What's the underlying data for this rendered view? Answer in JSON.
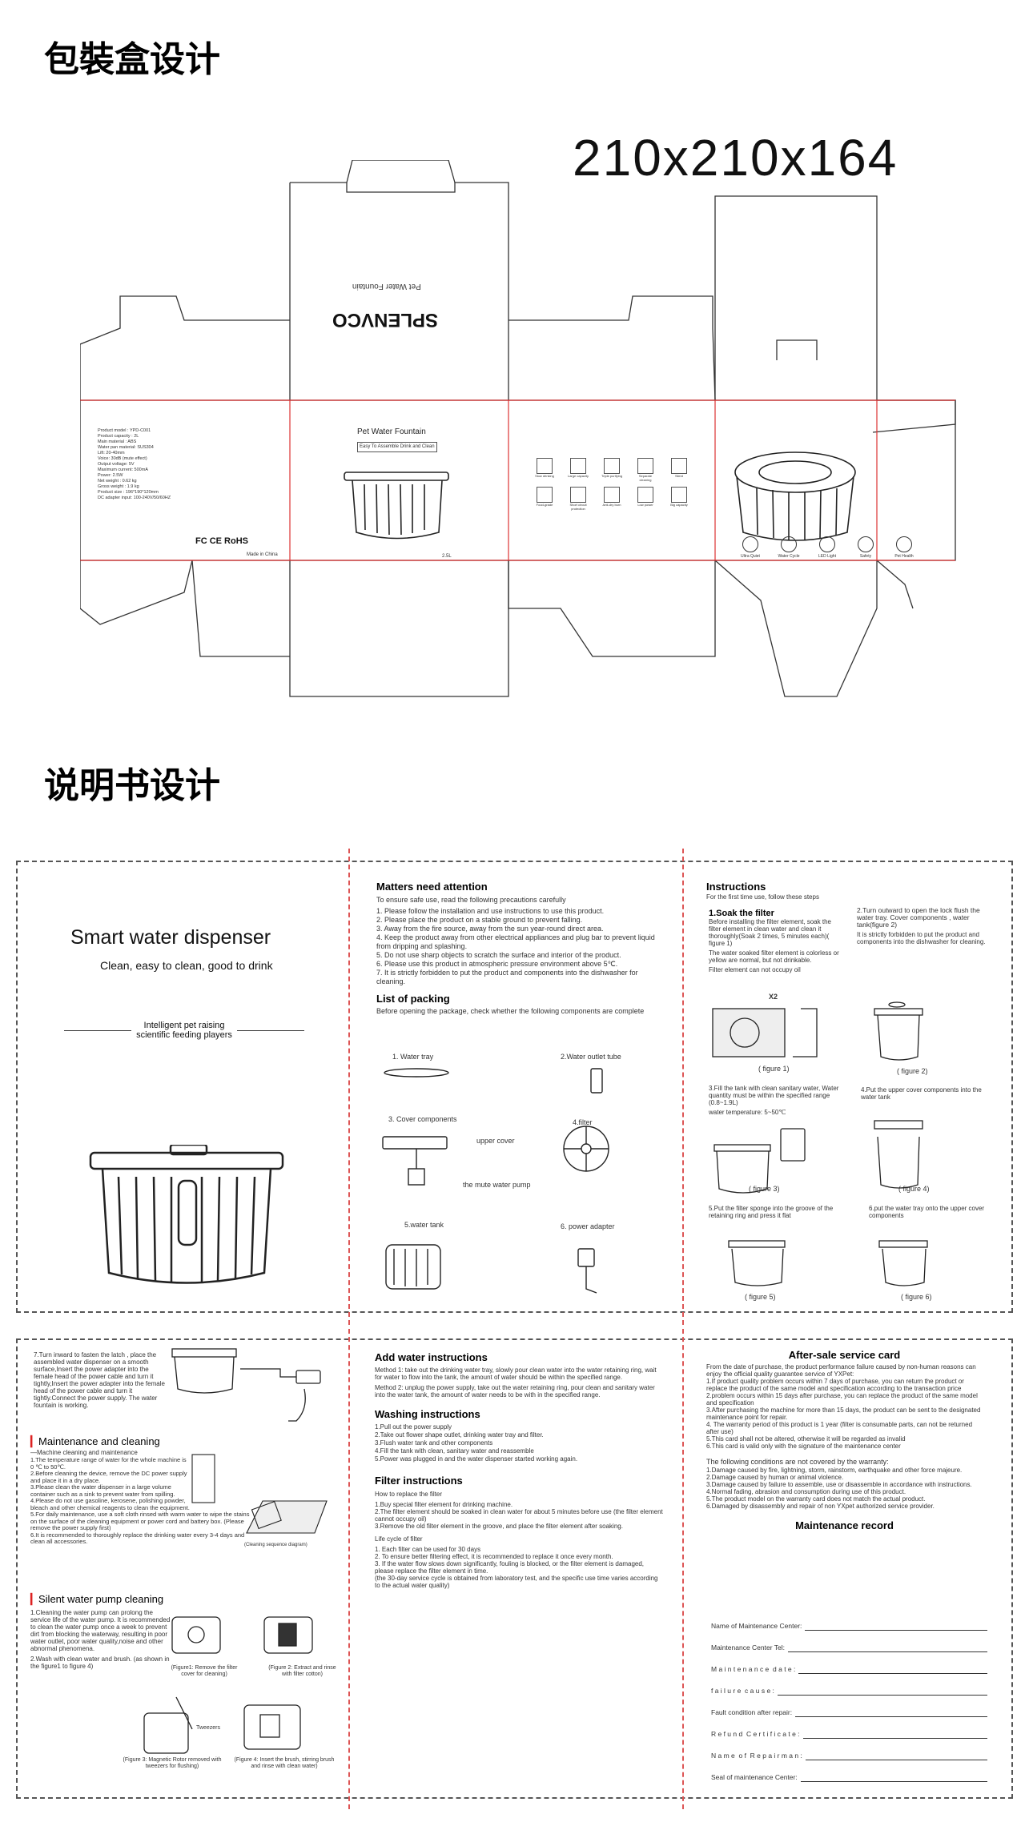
{
  "section1_title": "包裝盒设计",
  "dimensions": "210x210x164",
  "box": {
    "brand": "SPLENVCO",
    "top_subtitle": "Pet Water Fountain",
    "front_title": "Pet Water Fountain",
    "front_tagline": "Easy To Assemble Drink and Clean",
    "front_capacity": "2.5L",
    "spec_lines": [
      "Product model : YPD-C001",
      "Product capacity : 2L",
      "Main material : ABS",
      "Water pan material: SUS304",
      "Lift: 20-40mm",
      "Voice: 30dB (mute effect)",
      "Output voltage: 5V",
      "Maximum current: 500mA",
      "Power: 2.5W",
      "Net weight : 0.62 kg",
      "Gross weight : 1.9 kg",
      "Product size : 196*190*120mm",
      "DC adapter input: 100-240V/50/60HZ"
    ],
    "cert_marks": "FC CE RoHS",
    "made_in": "Made in China",
    "feature_icons_row1": [
      "Slow drinking",
      "Large capacity",
      "Triple purifying",
      "Separate cleaning",
      "Silent"
    ],
    "feature_icons_row2": [
      "Food-grade",
      "Short circuit protection",
      "Anti-dry burn",
      "Low power",
      "Big capacity"
    ],
    "round_icons": [
      "Ultra Quiet",
      "Water Cycle",
      "LED Light",
      "Safety",
      "Pet Health"
    ]
  },
  "section2_title": "说明书设计",
  "manual": {
    "cover_title": "Smart water dispenser",
    "cover_subtitle": "Clean, easy to clean, good to drink",
    "cover_tag1": "Intelligent pet raising",
    "cover_tag2": "scientific feeding players",
    "matters_title": "Matters need attention",
    "matters_intro": "To ensure safe use, read the following precautions carefully",
    "matters": [
      "1. Please follow the installation and use instructions to use this product.",
      "2. Please place the product on a stable ground to prevent falling.",
      "3. Away from the fire source, away from the sun year-round direct area.",
      "4. Keep the product away from other electrical appliances and plug bar to prevent liquid from dripping and splashing.",
      "5. Do not use sharp objects to scratch the surface and interior of the product.",
      "6. Please use this product in atmospheric pressure environment above 5℃.",
      "7. It is strictly forbidden to put the product and components into the dishwasher for cleaning."
    ],
    "packing_title": "List of packing",
    "packing_intro": "Before opening the package, check whether the following components are complete",
    "packing": [
      "1. Water tray",
      "2.Water outlet tube",
      "3. Cover components",
      "4.filter",
      "5.water tank",
      "6. power adapter"
    ],
    "upper_cover": "upper cover",
    "mute_pump": "the mute water pump",
    "instructions_title": "Instructions",
    "instructions_intro": "For the first time use, follow these steps",
    "step1_title": "1.Soak the filter",
    "step1": "Before installing the filter element, soak the filter element in clean water and clean it thoroughly(Soak 2 times, 5 minutes each)( figure 1)",
    "step1_note1": "The water soaked filter element is colorless or yellow are normal, but not drinkable.",
    "step1_note2": "Filter element can not occupy oil",
    "step2": "2.Turn outward to open the lock flush the water tray. Cover components , water tank(figure 2)",
    "step2_note": "It is strictly forbidden to put the product and components into the dishwasher for cleaning.",
    "step3": "3.Fill the tank with clean sanitary water, Water quantity must be within the specified range (0.8~1.9L)",
    "step3_temp": "water temperature: 5~50℃",
    "step4": "4.Put the upper cover components into the water tank",
    "step5": "5.Put the filter sponge into the groove of the retaining ring and press it flat",
    "step6": "6.put the water tray onto the upper cover components",
    "x2": "X2",
    "fig": [
      "( figure 1)",
      "( figure 2)",
      "( figure 3)",
      "( figure 4)",
      "( figure 5)",
      "( figure 6)"
    ],
    "step7": "7.Turn inward to fasten the latch , place the assembled water dispenser on a smooth surface,Insert the power adapter into the female head of the power cable and turn it tightly,Insert the power adapter into the female head of the power cable and turn it tightly.Connect the power supply. The water fountain is working.",
    "maint_title": "Maintenance and cleaning",
    "maint_sub": "—Machine cleaning and maintenance",
    "maint": [
      "1.The temperature range of water for the whole machine is 0 ℃ to 50℃.",
      "2.Before cleaning the device, remove the DC power supply and place it in a dry place.",
      "3.Please clean the water dispenser in a large volume container such as a sink to prevent water from spilling.",
      "4.Please do not use gasoline, kerosene, polishing powder, bleach and other chemical reagents to clean the equipment.",
      "5.For daily maintenance, use a soft cloth rinsed with warm water to wipe the stains on the surface of the cleaning equipment or power cord and battery box. (Please remove the power supply first)",
      "6.It is recommended to thoroughly replace the drinking water every 3-4 days and clean all accessories."
    ],
    "cleaning_diagram": "(Cleaning sequence diagram)",
    "pump_title": "Silent water pump cleaning",
    "pump": [
      "1.Cleaning the water pump can prolong the service life of the water pump. It is recommended to clean the water pump once a week to prevent dirt from blocking the waterway, resulting in poor water outlet, poor water quality,noise and other abnormal phenomena.",
      "2.Wash with clean water and brush. (as shown in the figure1 to figure 4)"
    ],
    "pump_figs": [
      "(Figure1: Remove the filter cover for cleaning)",
      "(Figure 2: Extract and rinse with filter cotton)",
      "(Figure 3: Magnetic Rotor removed with tweezers for flushing)",
      "(Figure 4: Insert the brush, stirring brush and rinse with clean water)"
    ],
    "tweezers": "Tweezers",
    "add_title": "Add water instructions",
    "add": [
      "Method 1: take out the drinking water tray, slowly pour clean water into the water retaining ring, wait for water to flow into the tank, the amount of water should be within the specified range.",
      "Method 2: unplug the power supply, take out the water retaining ring, pour clean and sanitary water into the water tank, the amount of water needs to be with in the specified range."
    ],
    "wash_title": "Washing instructions",
    "wash": [
      "1.Pull out the power supply",
      "2.Take out flower shape outlet, drinking water tray and filter.",
      "3.Flush water tank and other components",
      "4.Fill the tank with clean, sanitary water and reassemble",
      "5.Power was plugged in and the water dispenser started working again."
    ],
    "filter_title": "Filter instructions",
    "filter_how": "How to replace the filter",
    "filter": [
      "1.Buy special filter element for drinking machine.",
      "2.The filter element should be soaked in clean water for about 5 minutes before use (the filter element cannot occupy oil)",
      "3.Remove the old filter element in the groove, and place the filter element after soaking."
    ],
    "filter_life": "Life cycle of filter",
    "life": [
      "1. Each filter can be used for 30 days",
      "2. To ensure better filtering effect, it is recommended to replace it once every month.",
      "3. If the water flow slows down significantly, fouling is blocked, or the filter element is damaged, please replace the filter element in time.",
      "(the 30-day service cycle is obtained from laboratory test, and the specific use time varies according to the actual water quality)"
    ],
    "after_title": "After-sale service card",
    "after_intro": "From the date of purchase, the product performance failure caused by non-human reasons can enjoy the official quality guarantee service of YXPet:",
    "after": [
      "1.If product quality problem occurs within 7 days of purchase, you can return the product or replace the product of the same model and specification according to the transaction price",
      "2.problem occurs within 15 days after purchase, you can replace the product of the same model and specification",
      "3.After purchasing the machine for more than 15 days, the product can be sent to the designated maintenance point for repair.",
      "4. The warranty period of this product is 1 year (filter is consumable parts, can not be returned after use)",
      "5.This card shall not be altered, otherwise it will be regarded as invalid",
      "6.This card is valid only with the signature of the maintenance center"
    ],
    "not_covered_title": "The following conditions are not covered by the warranty:",
    "not_covered": [
      "1.Damage caused by fire, lightning, storm, rainstorm, earthquake and other force majeure.",
      "2.Damage caused by human or animal violence.",
      "3.Damage caused by failure to assemble, use or disassemble in accordance with instructions.",
      "4.Normal fading, abrasion and consumption during use of this product.",
      "5.The product model on the warranty card does not match the actual product.",
      "6.Damaged by disassembly and repair of non YXpet authorized service provider."
    ],
    "record_title": "Maintenance record",
    "record_fields": [
      "Name of Maintenance Center:",
      "Maintenance Center Tel:",
      "M a i n t e n a n c e  d a t e :",
      "f a i l u r e  c a u s e :",
      "Fault condition after repair:",
      "R e f u n d  C e r t i f i c a t e :",
      "N a m e  o f  R e p a i r m a n :",
      "Seal of maintenance Center:"
    ]
  }
}
